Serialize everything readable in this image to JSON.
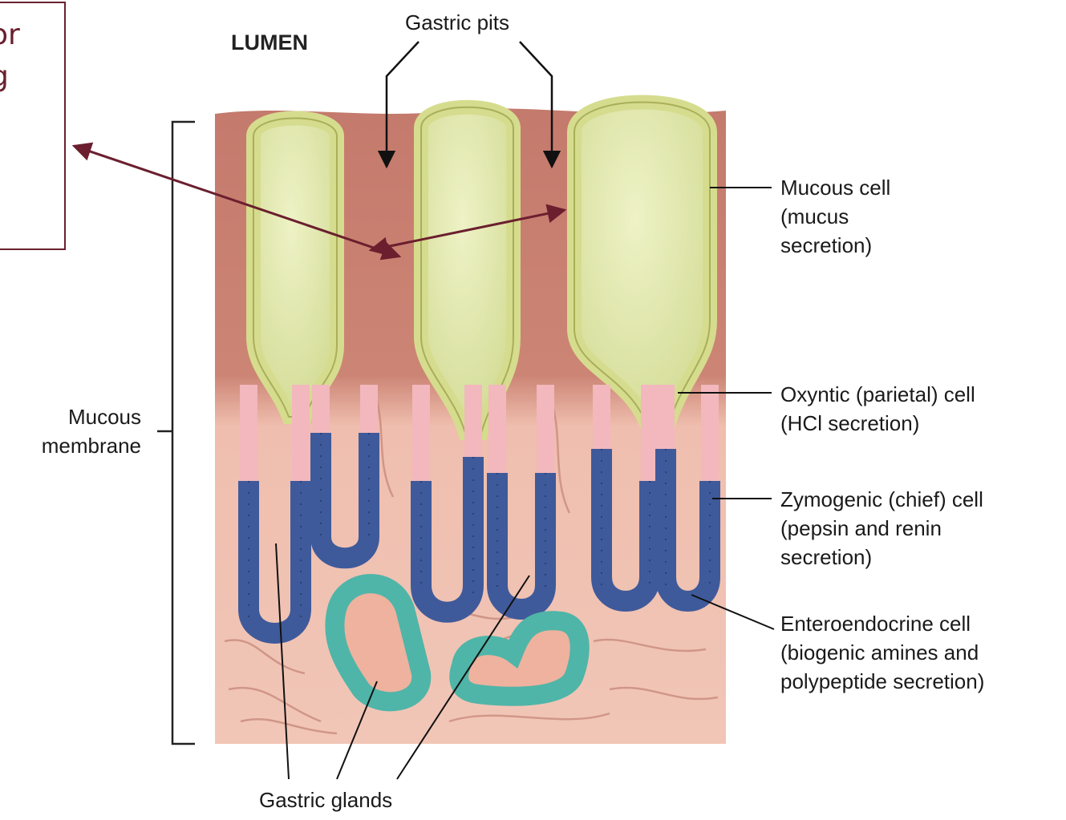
{
  "labels": {
    "callout_fragment": [
      "or",
      "g"
    ],
    "lumen": "LUMEN",
    "gastric_pits": "Gastric pits",
    "mucous_membrane": [
      "Mucous",
      "membrane"
    ],
    "mucous_cell": [
      "Mucous cell",
      "(mucus",
      "secretion)"
    ],
    "oxyntic_cell": [
      "Oxyntic (parietal) cell",
      "(HCl secretion)"
    ],
    "zymogenic_cell": [
      "Zymogenic (chief) cell",
      "(pepsin and renin",
      "secretion)"
    ],
    "enteroendocrine_cell": [
      "Enteroendocrine cell",
      "(biogenic amines and",
      "polypeptide secretion)"
    ],
    "gastric_glands": "Gastric glands"
  },
  "colors": {
    "tissue_light": "#f2c3b3",
    "tissue_dark": "#c87e6e",
    "pit_lumen": "#dfe6a6",
    "mucous_cells": "#ecf0b0",
    "parietal_cells": "#f2b8bd",
    "chief_cells": "#3f5a9a",
    "enteroendocrine_cells": "#4fb5a8",
    "callout": "#6b1f2e"
  }
}
